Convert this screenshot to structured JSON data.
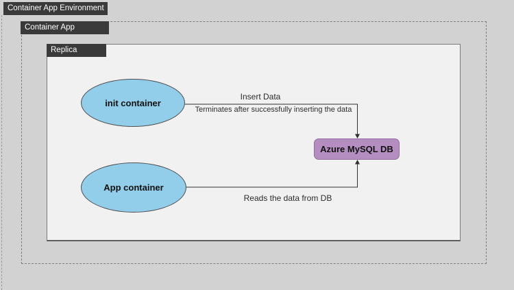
{
  "containers": {
    "environment": {
      "label": "Container App Environment"
    },
    "container_app": {
      "label": "Container App"
    },
    "replica": {
      "label": "Replica"
    }
  },
  "nodes": {
    "init_container": {
      "label": "init container",
      "fill": "#92cdea"
    },
    "app_container": {
      "label": "App container",
      "fill": "#92cdea"
    },
    "azure_mysql_db": {
      "label": "Azure MySQL DB",
      "fill": "#b48ec0"
    }
  },
  "edges": {
    "insert": {
      "label": "Insert Data",
      "sublabel": "Terminates after successfully inserting the data",
      "from": "init container",
      "to": "Azure MySQL DB"
    },
    "reads": {
      "label": "Reads the data from DB",
      "from": "App container",
      "to": "Azure MySQL DB"
    }
  },
  "colors": {
    "background": "#d2d2d2",
    "group_label_bar": "#3a3a3a",
    "group_label_text": "#ffffff",
    "replica_fill": "#f1f1f1",
    "node_blue": "#92cdea",
    "node_purple": "#b48ec0",
    "line": "#2f2f2f"
  }
}
